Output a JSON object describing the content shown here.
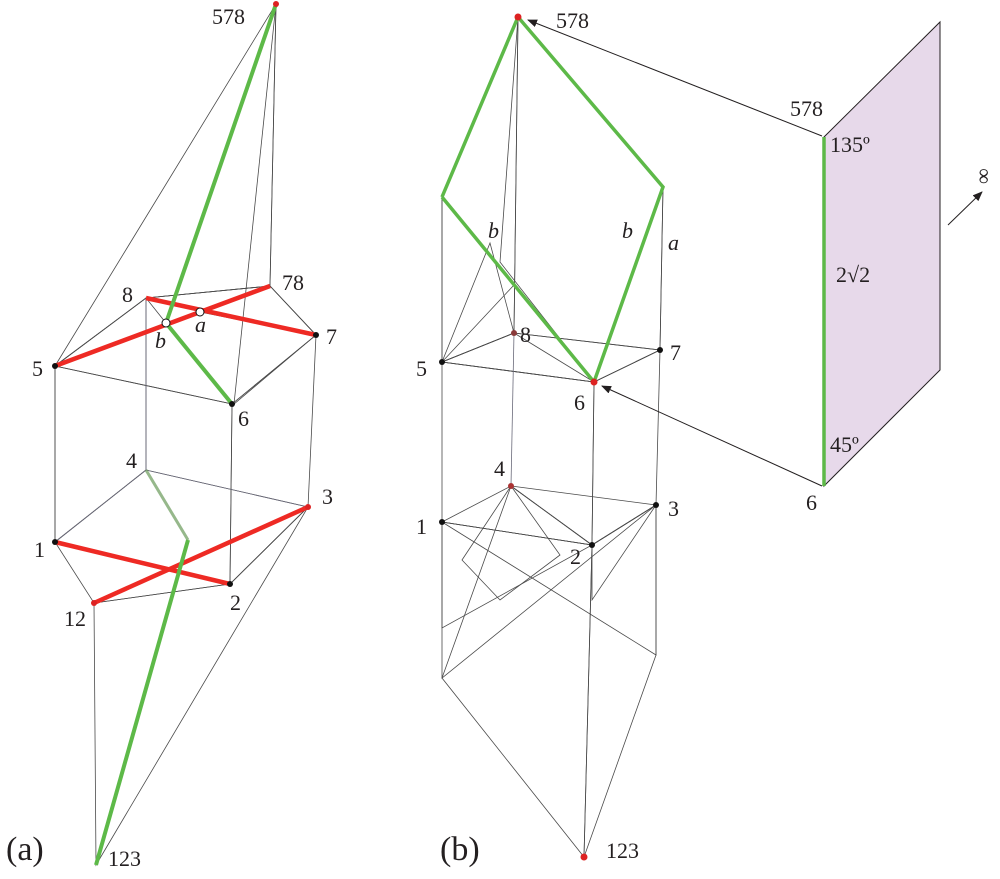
{
  "panel_a": {
    "caption": "(a)",
    "vertex_labels": {
      "v578": "578",
      "v78": "78",
      "v8": "8",
      "v7": "7",
      "v5": "5",
      "v6": "6",
      "v4": "4",
      "v3": "3",
      "v1": "1",
      "v2": "2",
      "v12": "12",
      "v123": "123"
    },
    "point_labels": {
      "a": "a",
      "b": "b"
    }
  },
  "panel_b": {
    "caption": "(b)",
    "vertex_labels": {
      "v578": "578",
      "v5": "5",
      "v8": "8",
      "v7": "7",
      "v6": "6",
      "v4": "4",
      "v1": "1",
      "v3": "3",
      "v2": "2",
      "v123": "123"
    },
    "edge_labels": {
      "b_left": "b",
      "b_right": "b",
      "a": "a"
    }
  },
  "inset": {
    "top_vertex": "578",
    "bottom_vertex": "6",
    "top_angle": "135º",
    "bottom_angle": "45º",
    "edge_length": "2√2",
    "infinity": "∞"
  },
  "colors": {
    "blue_face": "#a9bcd8",
    "purple_face": "#9b7b9b",
    "orange_face": "#e8b98e",
    "yellow_face": "#fdd43a",
    "olive_face": "#cfd16a",
    "tan_face": "#d8bf8e",
    "red_face": "#c9545e",
    "lavender_face": "#e7d9ea",
    "red_line": "#ee2a24",
    "green_line": "#5db948"
  }
}
